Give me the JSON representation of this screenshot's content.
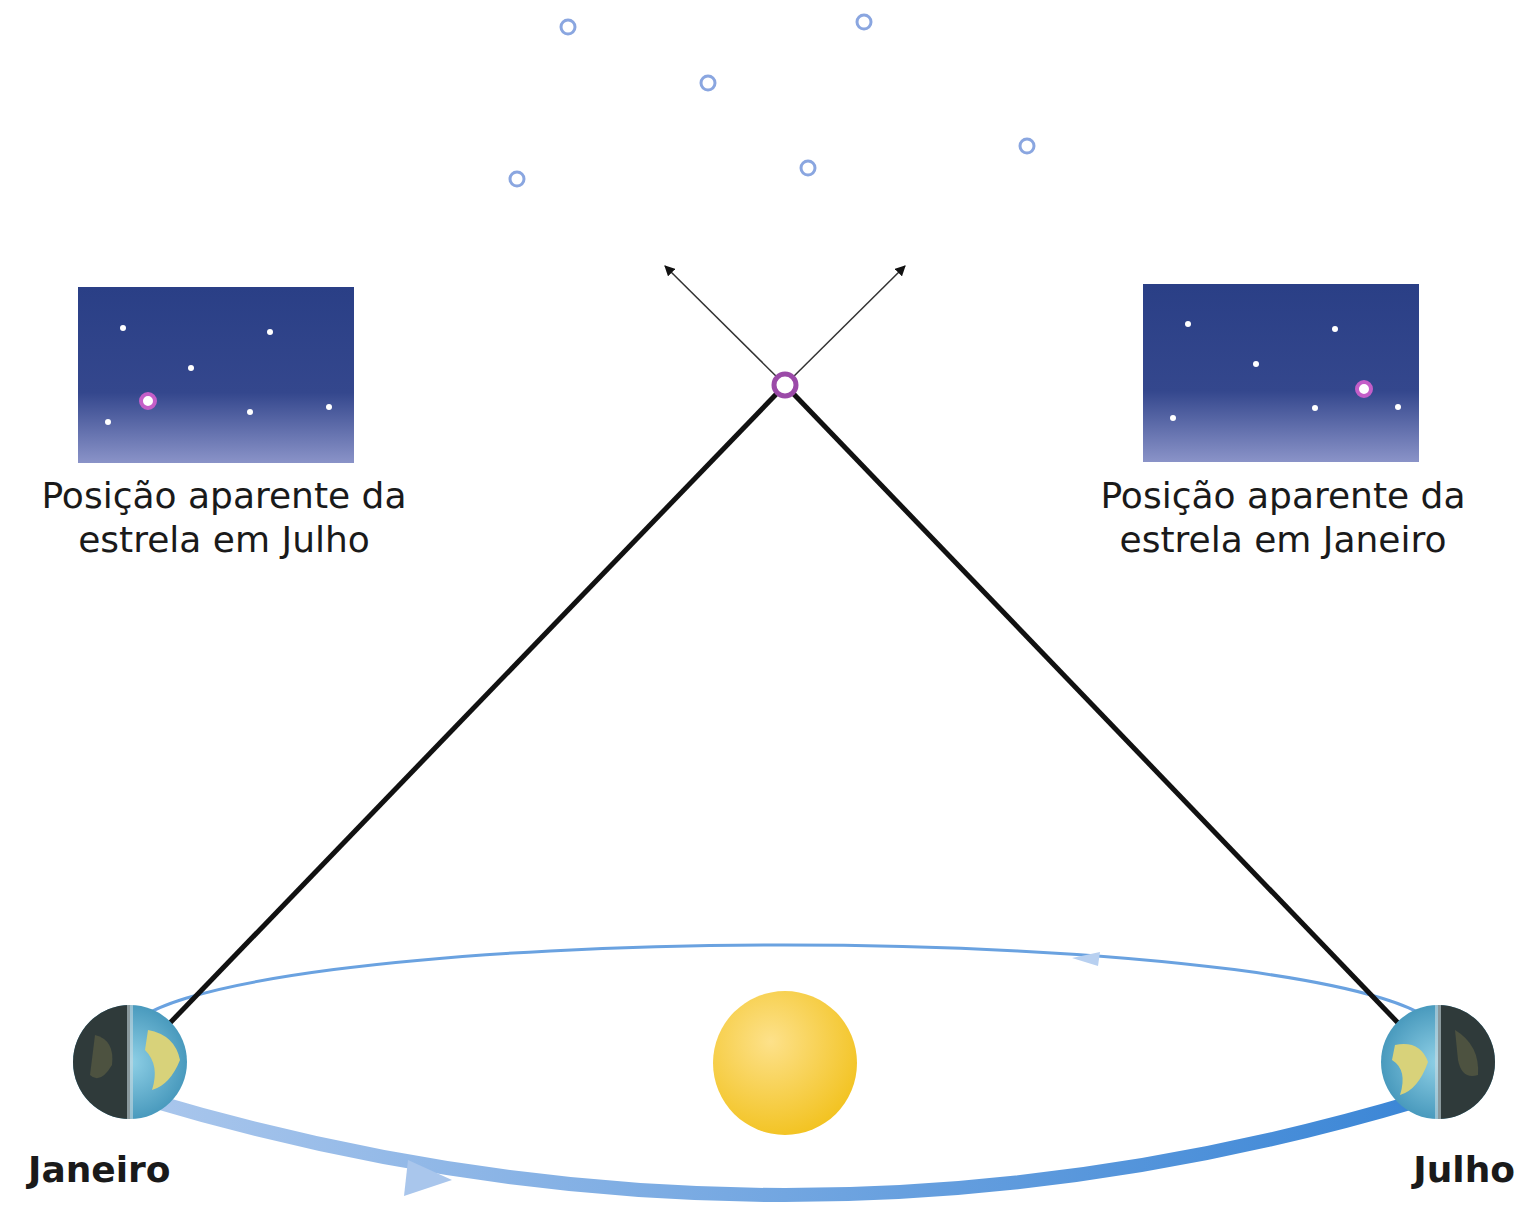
{
  "diagram": {
    "labels": [
      "Posição aparente da estrela em Julho",
      "Posição aparente da estrela em Janeiro",
      "Janeiro",
      "Julho"
    ]
  }
}
